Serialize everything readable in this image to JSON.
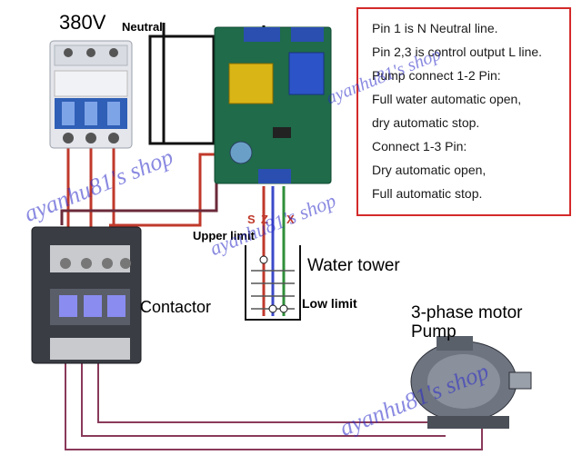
{
  "supply": {
    "voltage": "380V",
    "neutral": "Neutral"
  },
  "board": {
    "pins": [
      "S",
      "Z",
      "X"
    ],
    "upper_limit": "Upper limit",
    "low_limit": "Low limit"
  },
  "tank": {
    "label": "Water tower"
  },
  "contactor": {
    "label": "Contactor"
  },
  "motor": {
    "line1": "3-phase motor",
    "line2": "Pump"
  },
  "notes": [
    "Pin 1 is N Neutral line.",
    "Pin 2,3 is control output L line.",
    "Pump connect 1-2 Pin:",
    "Full water automatic open,",
    "dry automatic stop.",
    "Connect 1-3 Pin:",
    "Dry automatic open,",
    "Full automatic stop."
  ],
  "watermark": "ayanhu81's shop",
  "colors": {
    "note_border": "#d42a2a",
    "wire_red": "#c0392b",
    "wire_blue": "#3b49c9",
    "wire_green": "#2f8f3a",
    "wire_brown": "#8a3a5a",
    "pcb": "#1f6b4a"
  }
}
